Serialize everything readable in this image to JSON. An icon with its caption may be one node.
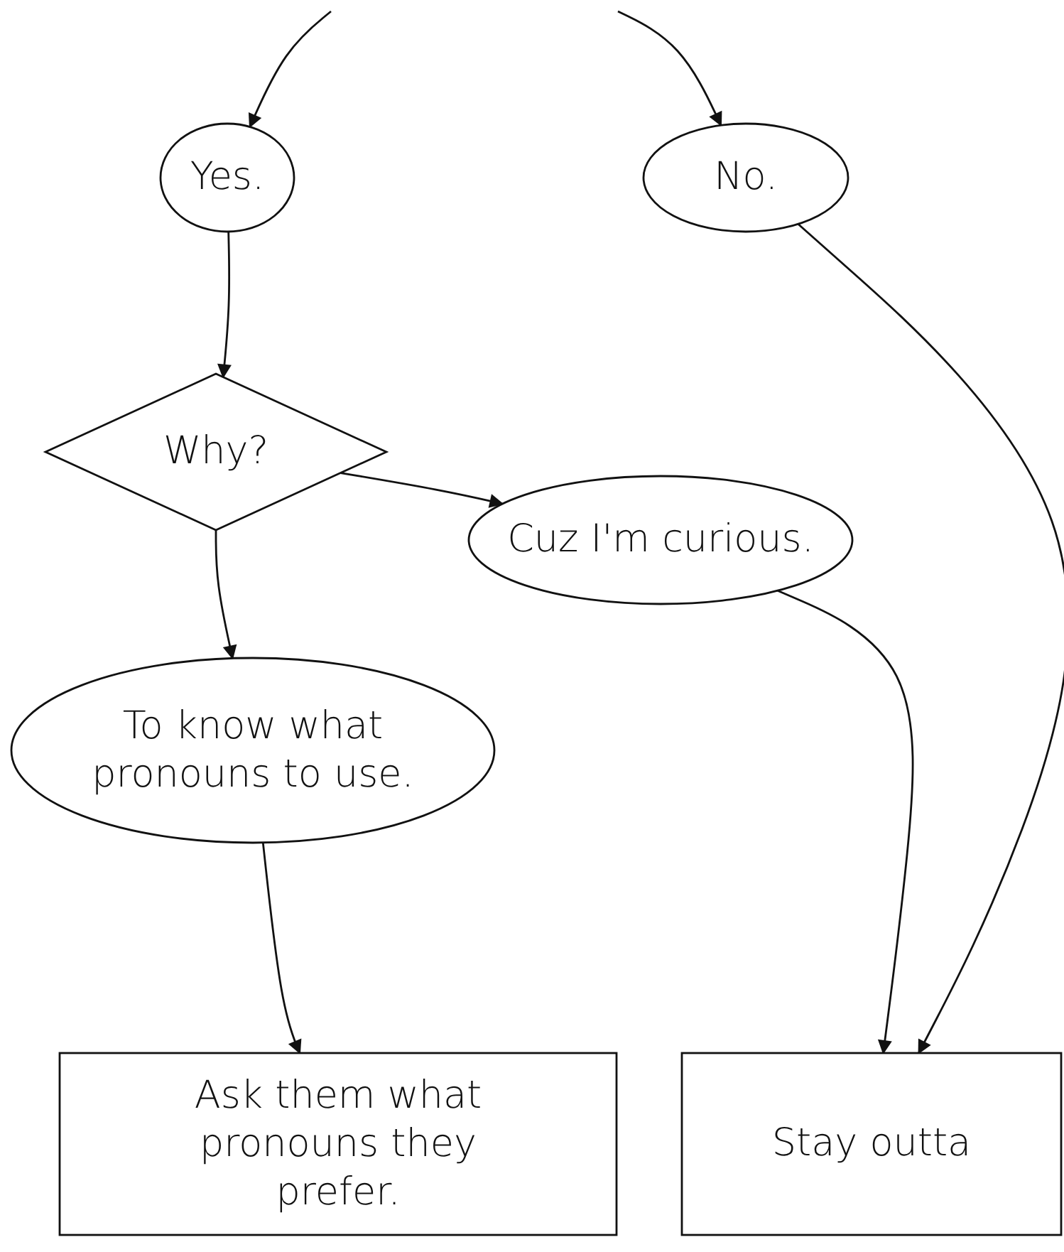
{
  "diagram": {
    "nodes": [
      {
        "text": [
          "Yes."
        ]
      },
      {
        "text": [
          "No."
        ]
      },
      {
        "text": [
          "Why?"
        ]
      },
      {
        "text": [
          "Cuz I'm curious."
        ]
      },
      {
        "text": [
          "To know what pronouns to use."
        ]
      },
      {
        "text": [
          "Ask them what pronouns they prefer."
        ]
      },
      {
        "text": [
          "Stay outta"
        ]
      }
    ],
    "edges": [
      {
        "from": null,
        "to": 0,
        "arrow": "to"
      },
      {
        "from": null,
        "to": 1,
        "arrow": "to"
      },
      {
        "from": 0,
        "to": 2,
        "arrow": "to"
      },
      {
        "from": 2,
        "to": 3,
        "arrow": "to"
      },
      {
        "from": 2,
        "to": 4,
        "arrow": "to"
      },
      {
        "from": 4,
        "to": 5,
        "arrow": "to"
      },
      {
        "from": 3,
        "to": 6,
        "arrow": "to"
      },
      {
        "from": 1,
        "to": 6,
        "arrow": "to"
      }
    ]
  }
}
